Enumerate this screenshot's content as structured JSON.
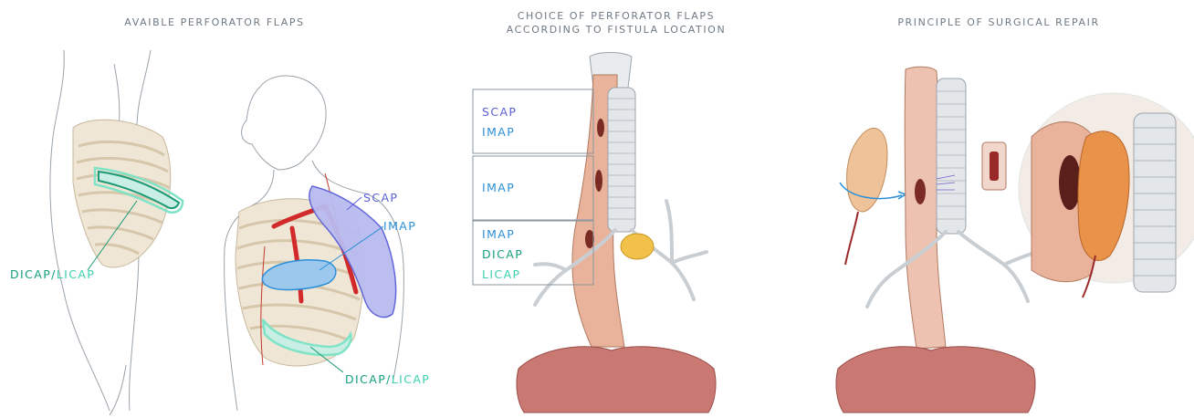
{
  "colors": {
    "scap": "#5b5fd6",
    "imap": "#2a8fd8",
    "dicap": "#149e7c",
    "licap": "#3dd1b0",
    "title": "#6f7a84"
  },
  "panels": {
    "available": {
      "title": "AVAIBLE PERFORATOR FLAPS",
      "lateral_dicap": "DICAP",
      "lateral_slash": "/",
      "lateral_licap": "LICAP",
      "scap": "SCAP",
      "imap": "IMAP",
      "front_dicap": "DICAP",
      "front_slash": "/",
      "front_licap": "LICAP"
    },
    "choice": {
      "title_line1": "CHOICE OF PERFORATOR FLAPS",
      "title_line2": "ACCORDING TO FISTULA LOCATION",
      "box1": [
        "SCAP",
        "IMAP"
      ],
      "box2": [
        "IMAP"
      ],
      "box3": [
        "IMAP",
        "DICAP",
        "LICAP"
      ]
    },
    "repair": {
      "title": "PRINCIPLE OF SURGICAL REPAIR"
    }
  }
}
